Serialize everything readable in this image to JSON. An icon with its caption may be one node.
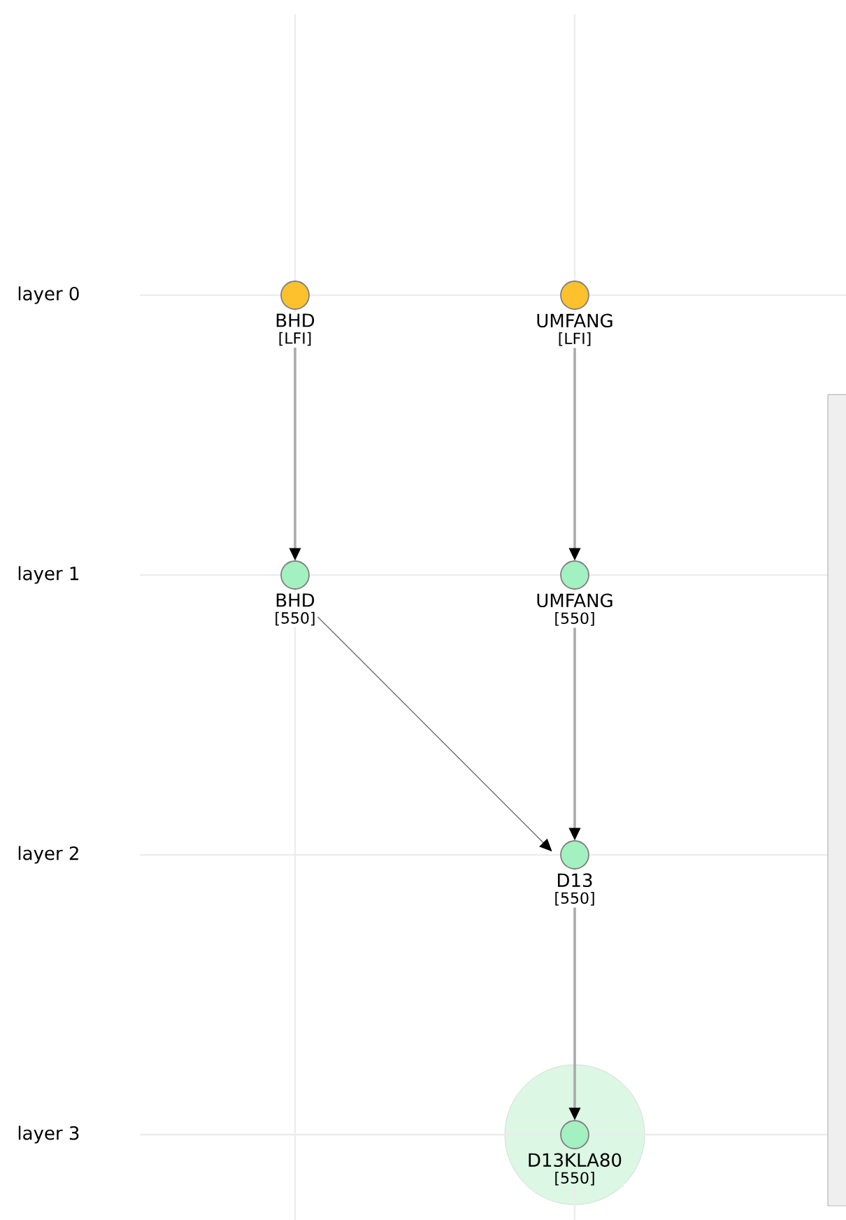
{
  "diagram": {
    "nodes": [
      {
        "text": [
          "BHD",
          "[LFI]"
        ]
      },
      {
        "text": [
          "UMFANG",
          "[LFI]"
        ]
      },
      {
        "text": [
          "BHD",
          "[550]"
        ]
      },
      {
        "text": [
          "UMFANG",
          "[550]"
        ]
      },
      {
        "text": [
          "D13",
          "[550]"
        ]
      },
      {
        "text": [
          "D13KLA80",
          "[550]"
        ]
      }
    ],
    "edges": [
      {
        "from": 0,
        "to": 2,
        "arrow": "to"
      },
      {
        "from": 1,
        "to": 3,
        "arrow": "to"
      },
      {
        "from": 2,
        "to": 4,
        "arrow": "to",
        "color": "#707070"
      },
      {
        "from": 3,
        "to": 4,
        "arrow": "to"
      },
      {
        "from": 4,
        "to": 5,
        "arrow": "to"
      }
    ],
    "labels": [
      "layer 0",
      "layer 1",
      "layer 2",
      "layer 3"
    ]
  }
}
